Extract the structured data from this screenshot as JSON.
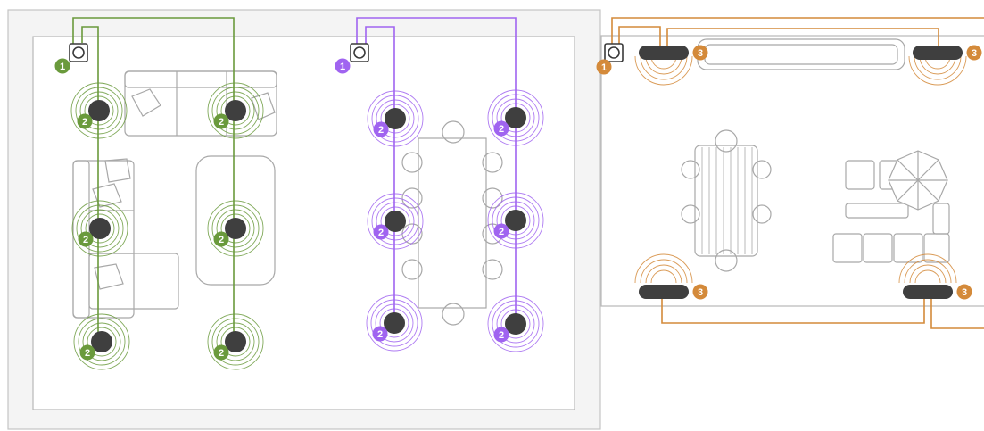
{
  "zones": {
    "living": {
      "color": "#6a9a3c",
      "hub_badge": "1",
      "speaker_badge": "2"
    },
    "dining": {
      "color": "#a064f0",
      "hub_badge": "1",
      "speaker_badge": "2"
    },
    "patio": {
      "color": "#d48a3a",
      "hub_badge": "1",
      "speaker_badge": "3"
    }
  },
  "colors": {
    "speaker": "#3f3f3f",
    "furniture": "#a8a8a8",
    "wall": "#c4c4c4",
    "outer_floor": "#f4f4f4"
  },
  "icons": {
    "hub": "amplifier-hub-icon",
    "round_speaker": "ceiling-speaker-icon",
    "bar_speaker": "outdoor-bar-speaker-icon"
  }
}
